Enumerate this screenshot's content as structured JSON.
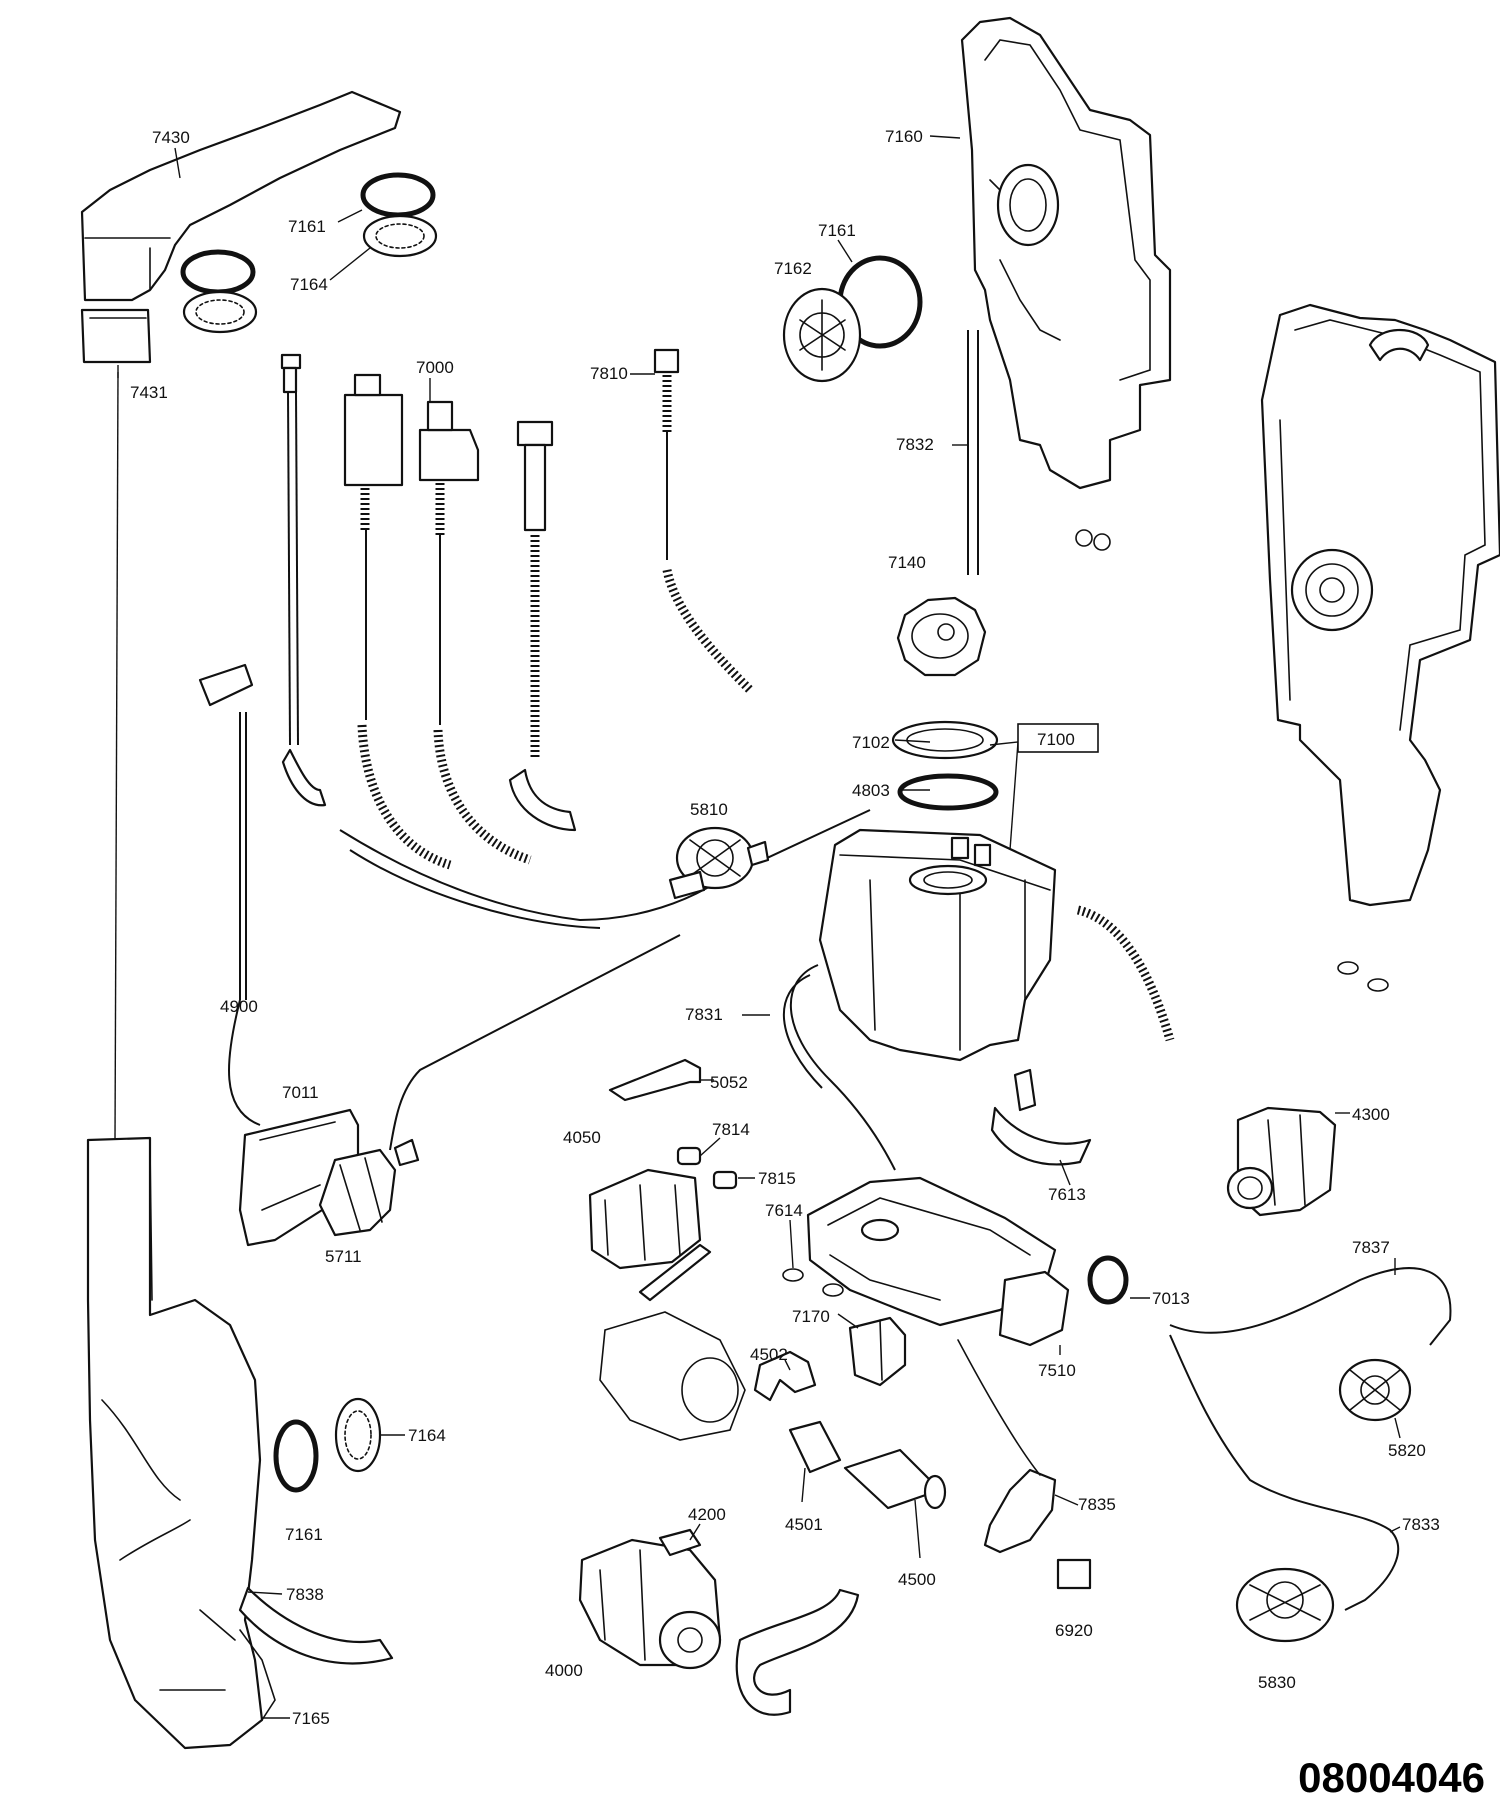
{
  "drawing_number": "08004046",
  "part_labels": [
    "7430",
    "7161",
    "7164",
    "7431",
    "7000",
    "7810",
    "7160",
    "7161",
    "7162",
    "7832",
    "7140",
    "7102",
    "7100",
    "4803",
    "5810",
    "4900",
    "7831",
    "5052",
    "7011",
    "5711",
    "4050",
    "7814",
    "7815",
    "7614",
    "7613",
    "4300",
    "7013",
    "7837",
    "7170",
    "4502",
    "7510",
    "5820",
    "7164",
    "7161",
    "4200",
    "4501",
    "4500",
    "7835",
    "7833",
    "7838",
    "4000",
    "6920",
    "5830",
    "7165"
  ],
  "colors": {
    "line": "#111111",
    "background": "#ffffff"
  }
}
